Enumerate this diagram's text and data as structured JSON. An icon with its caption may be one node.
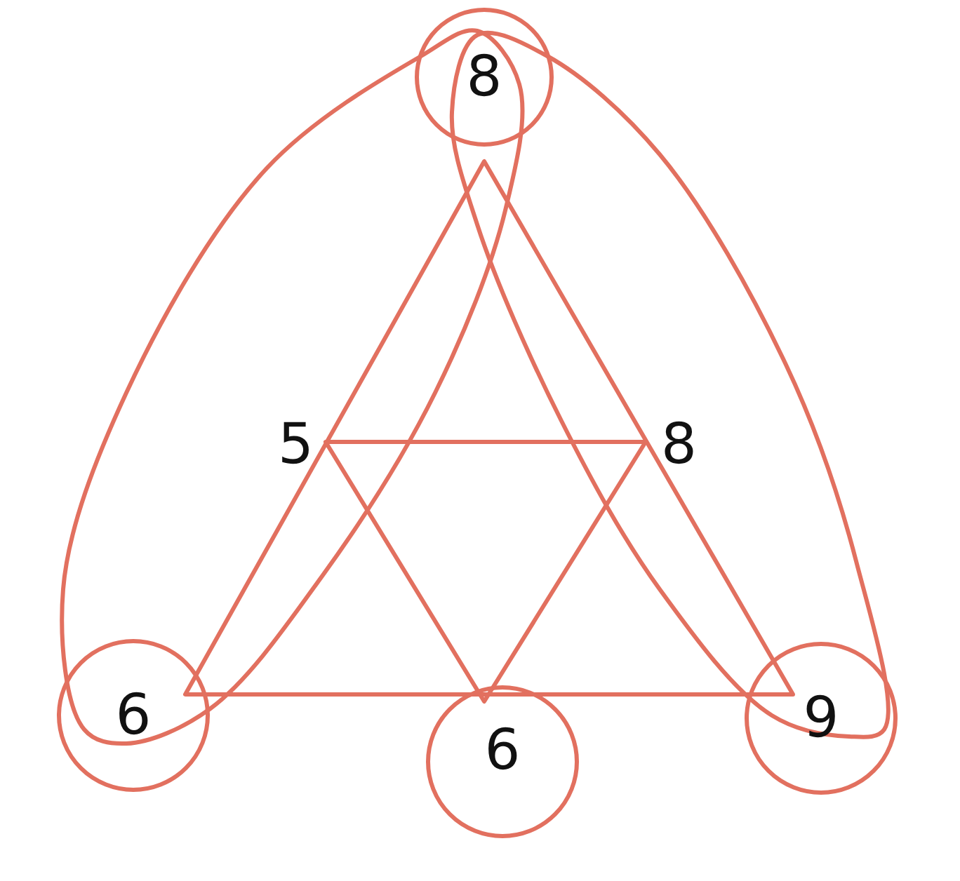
{
  "diagram": {
    "nodes": [
      {
        "text": [
          "8"
        ]
      },
      {
        "text": [
          "6"
        ]
      },
      {
        "text": [
          "6"
        ]
      },
      {
        "text": [
          "9"
        ]
      }
    ],
    "labels": [
      "5",
      "8"
    ]
  }
}
